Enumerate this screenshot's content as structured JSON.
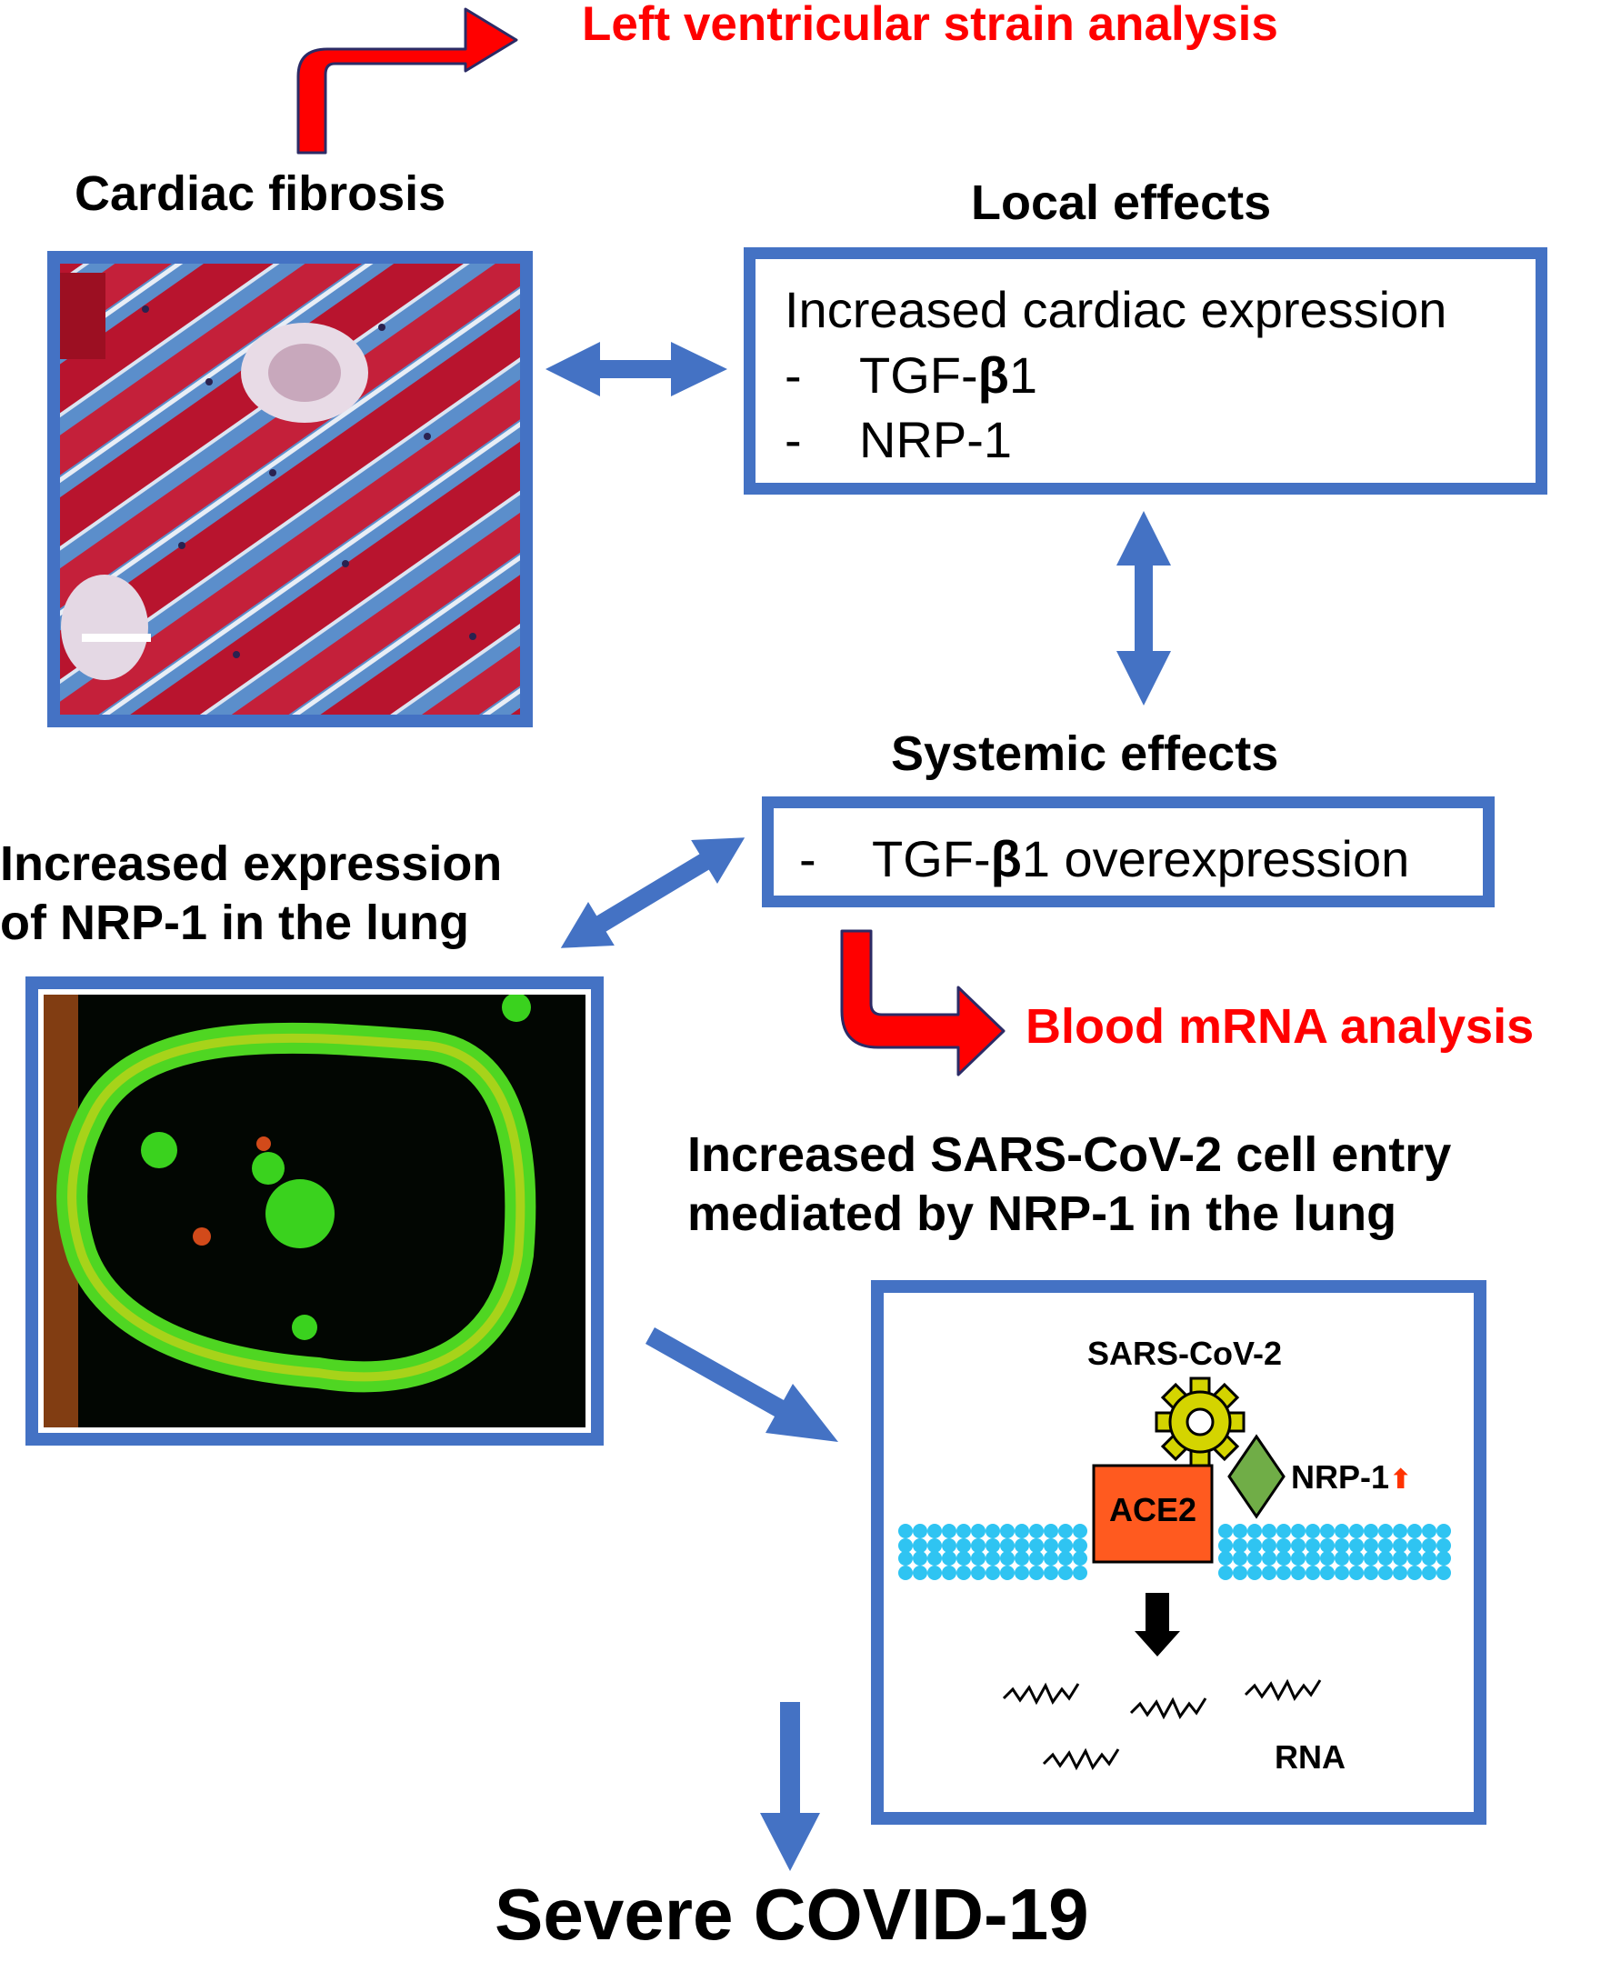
{
  "labels": {
    "strain": "Left ventricular strain analysis",
    "fibrosis": "Cardiac fibrosis",
    "local": "Local effects",
    "local_box": {
      "line1": "Increased cardiac expression",
      "item1_dash": "-",
      "item1_prefix": "TGF-",
      "item1_beta": "β",
      "item1_suffix": "1",
      "item2_dash": "-",
      "item2": "NRP-1"
    },
    "systemic": "Systemic effects",
    "systemic_box": {
      "dash": "-",
      "prefix": "TGF-",
      "beta": "β",
      "suffix": "1 overexpression"
    },
    "lung_title_line1": "Increased expression",
    "lung_title_line2": "of NRP-1 in the lung",
    "blood": "Blood mRNA analysis",
    "entry_line1": "Increased SARS-CoV-2 cell entry",
    "entry_line2": "mediated by NRP-1 in the lung",
    "virus": "SARS-CoV-2",
    "ace2": "ACE2",
    "nrp1": "NRP-1",
    "up_arrow": "⬆",
    "rna": "RNA",
    "outcome": "Severe COVID-19"
  },
  "colors": {
    "box_border": "#4472c4",
    "arrow_blue": "#4472c4",
    "red_arrow": "#ff0000",
    "red_text": "#ff0000",
    "ace2_fill": "#ff5a1f",
    "nrp1_fill": "#70ad47",
    "gear_fill": "#d4d400",
    "membrane": "#2fc4f2",
    "micrograph_muscle": "#b8142e",
    "micrograph_collagen": "#5b8ecb",
    "fluor_green": "#32d11e"
  }
}
